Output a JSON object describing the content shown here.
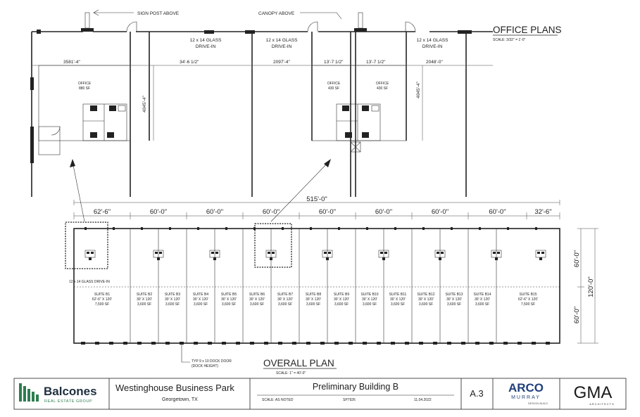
{
  "office_plans": {
    "title": "OFFICE PLANS",
    "scale": "SCALE: 3/32\" = 1'-0\"",
    "sign_post": "SIGN POST ABOVE",
    "canopy": "CANOPY ABOVE",
    "drive_in_line1": "12 x 14 GLASS",
    "drive_in_line2": "DRIVE-IN",
    "dims": [
      "3581'-4\"",
      "34'-6 1/2\"",
      "2097'-4\"",
      "13'-7 1/2\"",
      "13'-7 1/2\"",
      "2048'-0\""
    ],
    "vertical_dim": "4045'-4\"",
    "office_left_label": "OFFICE",
    "office_left_area": "880 SF",
    "office_a_label": "OFFICE",
    "office_a_area": "430 SF",
    "office_b_label": "OFFICE",
    "office_b_area": "430 SF"
  },
  "overall_plan": {
    "title": "OVERALL PLAN",
    "scale": "SCALE: 1\" = 40'-0\"",
    "total_width": "515'-0\"",
    "bay_dims": [
      "62'-6\"",
      "60'-0\"",
      "60'-0\"",
      "60'-0\"",
      "60'-0\"",
      "60'-0\"",
      "60'-0\"",
      "60'-0\"",
      "32'-6\""
    ],
    "depth_total": "120'-0\"",
    "depth_half_top": "60'-0\"",
    "depth_half_bottom": "60'-0\"",
    "drive_in_note": "12 x 14 GLASS DRIVE-IN",
    "dock_note_line1": "TYP 9 x 10 DOCK DOOR",
    "dock_note_line2": "(DOCK HEIGHT)",
    "suites": [
      {
        "name": "SUITE B1",
        "size": "62'-6\" X 120'",
        "area": "7,500 SF"
      },
      {
        "name": "SUITE B2",
        "size": "30' X 120'",
        "area": "3,600 SF"
      },
      {
        "name": "SUITE B3",
        "size": "30' X 120'",
        "area": "3,600 SF"
      },
      {
        "name": "SUITE B4",
        "size": "30' X 120'",
        "area": "3,600 SF"
      },
      {
        "name": "SUITE B5",
        "size": "30' X 120'",
        "area": "3,600 SF"
      },
      {
        "name": "SUITE B6",
        "size": "30' X 120'",
        "area": "3,600 SF"
      },
      {
        "name": "SUITE B7",
        "size": "30' X 120'",
        "area": "3,600 SF"
      },
      {
        "name": "SUITE B8",
        "size": "30' X 120'",
        "area": "3,600 SF"
      },
      {
        "name": "SUITE B9",
        "size": "30' X 120'",
        "area": "3,600 SF"
      },
      {
        "name": "SUITE B10",
        "size": "30' X 120'",
        "area": "3,600 SF"
      },
      {
        "name": "SUITE B11",
        "size": "30' X 120'",
        "area": "3,600 SF"
      },
      {
        "name": "SUITE B12",
        "size": "30' X 120'",
        "area": "3,600 SF"
      },
      {
        "name": "SUITE B13",
        "size": "30' X 120'",
        "area": "3,600 SF"
      },
      {
        "name": "SUITE B14",
        "size": "30' X 120'",
        "area": "3,600 SF"
      },
      {
        "name": "SUITE B15",
        "size": "62'-6\" X 120'",
        "area": "7,500 SF"
      }
    ]
  },
  "title_block": {
    "brand_name": "Balcones",
    "brand_sub": "REAL ESTATE GROUP",
    "project_name": "Westinghouse Business Park",
    "location": "Georgetown, TX",
    "sheet_title": "Preliminary Building B",
    "scale_note": "SCALE: AS NOTED",
    "project_no": "SP7926",
    "date": "11.04.2022",
    "sheet_no": "A.3",
    "arco_name": "ARCO",
    "arco_sub": "MURRAY",
    "arco_tag": "DESIGN BUILD",
    "gma_name": "GMA",
    "gma_sub": "ARCHITECTS"
  },
  "colors": {
    "brand_green": "#2e7d4f",
    "arco_blue": "#1f3f7a",
    "line": "#222222"
  }
}
